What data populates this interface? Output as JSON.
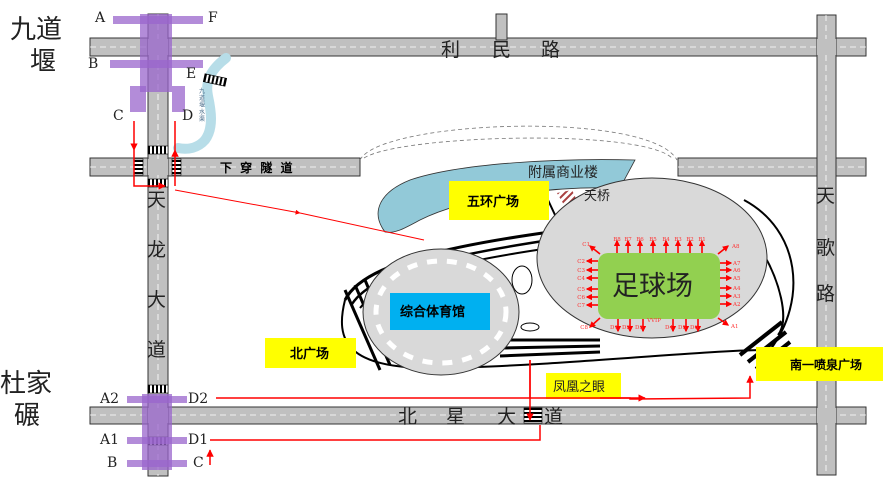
{
  "map": {
    "places": {
      "jiudaoyan_line1": "九道",
      "jiudaoyan_line2": "堰",
      "dujiaxie_line1": "杜家",
      "dujiaxie_line2": "碾"
    },
    "roads": {
      "limin": [
        "利",
        "民",
        "路"
      ],
      "xiachuan": "下 穿 隧 道",
      "tianlong": [
        "天",
        "龙",
        "大",
        "道"
      ],
      "beixing": [
        "北",
        "星",
        "大",
        "道"
      ],
      "tiange": [
        "天",
        "歌",
        "路"
      ]
    },
    "river_label": [
      "九",
      "道",
      "堰",
      "水",
      "渠"
    ],
    "entrances_north": {
      "A": "A",
      "F": "F",
      "B": "B",
      "E": "E",
      "C": "C",
      "D": "D"
    },
    "entrances_south": {
      "A2": "A2",
      "D2": "D2",
      "A1": "A1",
      "D1": "D1",
      "B": "B",
      "C": "C"
    },
    "buildings": {
      "annex": "附属商业楼",
      "skybridge": "天桥",
      "stadium": "足球场",
      "gym": "综合体育馆"
    },
    "plazas": {
      "wuhuan": "五环广场",
      "north": "北广场",
      "south": "南一喷泉广场",
      "phoenix_eye": "凤凰之眼"
    },
    "stadium_gates": {
      "top": [
        "B8",
        "B7",
        "B6",
        "B5",
        "B4",
        "B3",
        "B2",
        "B1"
      ],
      "left": [
        "C1",
        "C2",
        "C3",
        "C4",
        "C5",
        "C6",
        "C7",
        "C8"
      ],
      "right": [
        "A8",
        "A7",
        "A6",
        "A5",
        "A4",
        "A3",
        "A2",
        "A1"
      ],
      "bottom": [
        "D1",
        "D2",
        "D3",
        "VVIP",
        "D4",
        "D5",
        "D6"
      ]
    },
    "colors": {
      "road": "#c0c0c0",
      "metro": "#9966cc",
      "route": "#ff0000",
      "plaza": "#ffff00",
      "annex": "#92c9d8",
      "stadium_field": "#92d050",
      "gym_label": "#00b0f0",
      "venue": "#d9d9d9"
    }
  }
}
